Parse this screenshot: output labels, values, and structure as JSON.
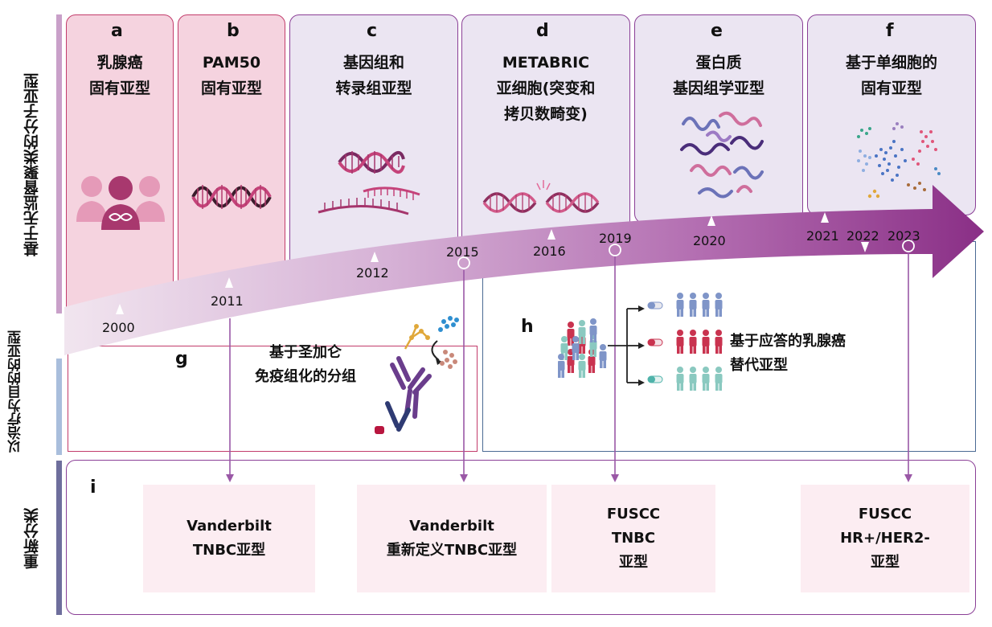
{
  "side_labels": {
    "molecular": "基于无监督聚类的分子亚型",
    "therapeutic": "以治疗为目的的亚型",
    "reclass": "重新分类"
  },
  "panels": [
    {
      "letter": "a",
      "title": "乳腺癌\n固有亚型"
    },
    {
      "letter": "b",
      "title": "PAM50\n固有亚型"
    },
    {
      "letter": "c",
      "title": "基因组和\n转录组亚型"
    },
    {
      "letter": "d",
      "title": "METABRIC\n亚细胞(突变和\n拷贝数畸变)"
    },
    {
      "letter": "e",
      "title": "蛋白质\n基因组学亚型"
    },
    {
      "letter": "f",
      "title": "基于单细胞的\n固有亚型"
    }
  ],
  "years": [
    "2000",
    "2011",
    "2012",
    "2015",
    "2016",
    "2019",
    "2020",
    "2021",
    "2022",
    "2023"
  ],
  "panel_g": {
    "letter": "g",
    "label": "基于圣加仑\n免疫组化的分组"
  },
  "panel_h": {
    "letter": "h",
    "label": "基于应答的乳腺癌\n替代亚型"
  },
  "panel_i": {
    "letter": "i"
  },
  "reclass_boxes": [
    {
      "label": "Vanderbilt\nTNBC亚型"
    },
    {
      "label": "Vanderbilt\n重新定义TNBC亚型"
    },
    {
      "label": "FUSCC\nTNBC\n亚型"
    },
    {
      "label": "FUSCC\nHR+/HER2-\n亚型"
    }
  ],
  "colors": {
    "pink": "#c23c6b",
    "purple": "#8a3f96",
    "lavender": "#ebe5f2",
    "pinkfill": "#f5d3df",
    "blue_border": "#4b6a94"
  }
}
